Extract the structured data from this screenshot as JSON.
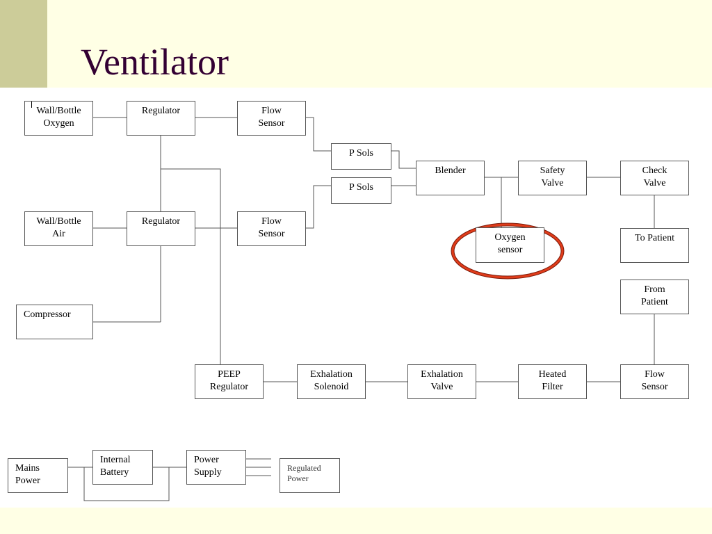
{
  "title": "Ventilator",
  "nodes": {
    "wall_oxygen": "Wall/Bottle\nOxygen",
    "regulator_oxygen": "Regulator",
    "flow_sensor_oxygen": "Flow\nSensor",
    "p_sols_1": "P Sols",
    "p_sols_2": "P Sols",
    "blender": "Blender",
    "safety_valve": "Safety\nValve",
    "check_valve": "Check\nValve",
    "wall_air": "Wall/Bottle\nAir",
    "regulator_air": "Regulator",
    "flow_sensor_air": "Flow\nSensor",
    "oxygen_sensor": "Oxygen\nsensor",
    "to_patient": "To Patient",
    "compressor": "Compressor",
    "from_patient": "From\nPatient",
    "peep_regulator": "PEEP\nRegulator",
    "exhalation_solenoid": "Exhalation\nSolenoid",
    "exhalation_valve": "Exhalation\nValve",
    "heated_filter": "Heated\nFilter",
    "flow_sensor_exp": "Flow\nSensor",
    "mains_power": "Mains\nPower",
    "internal_battery": "Internal\nBattery",
    "power_supply": "Power\nSupply",
    "regulated_power": "Regulated\nPower"
  },
  "colors": {
    "title": "#330033",
    "background": "#ffffe5",
    "sidebar": "#cccc99",
    "highlight": "#e03c1a"
  }
}
